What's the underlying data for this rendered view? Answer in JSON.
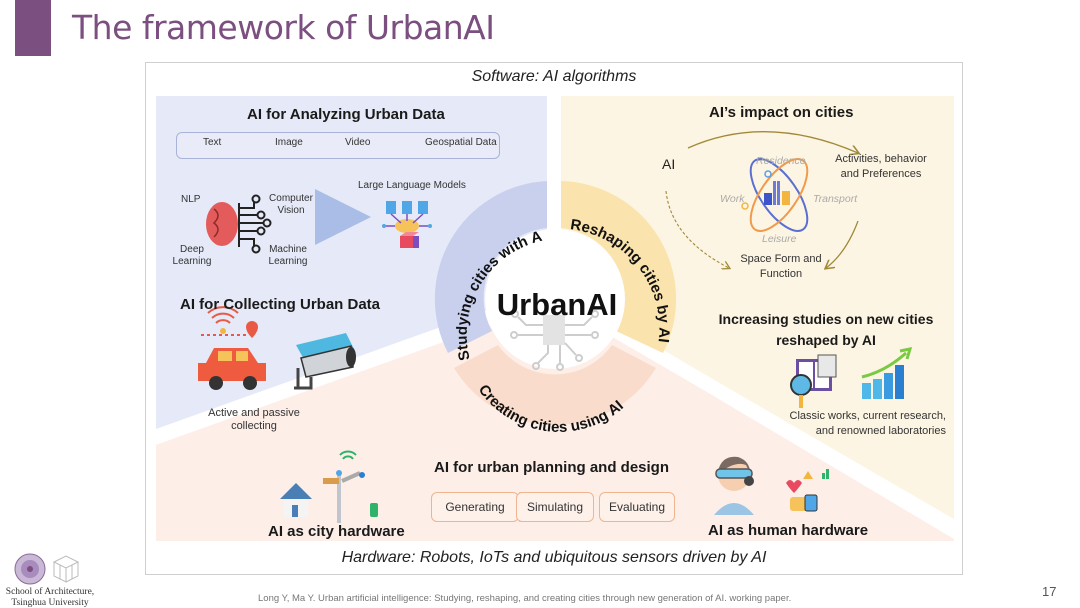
{
  "slide": {
    "title": "The framework of UrbanAI",
    "page_number": "17",
    "citation": "Long Y, Ma Y. Urban artificial intelligence: Studying, reshaping, and creating cities through new generation of AI. working paper.",
    "institution_line1": "School of Architecture,",
    "institution_line2": "Tsinghua University",
    "accent_color": "#7b4f7f"
  },
  "framework": {
    "software_label": "Software: AI algorithms",
    "hardware_label": "Hardware: Robots, IoTs and ubiquitous sensors driven by AI",
    "center_label": "UrbanAI",
    "ring_labels": {
      "studying": "Studying cities with AI",
      "reshaping": "Reshaping cities by AI",
      "creating": "Creating cities using AI"
    },
    "colors": {
      "studying_bg": "#e6e9f7",
      "studying_ring": "#c9d0ee",
      "reshaping_bg": "#fdf5e3",
      "reshaping_ring": "#fbe3ad",
      "creating_bg": "#fdeee8",
      "creating_ring": "#f9dccb"
    },
    "analyzing": {
      "title": "AI for Analyzing Urban Data",
      "data_types": [
        "Text",
        "Image",
        "Video",
        "Geospatial Data"
      ],
      "methods": [
        "NLP",
        "Computer Vision",
        "Deep Learning",
        "Machine Learning"
      ],
      "llm_label": "Large Language Models"
    },
    "collecting": {
      "title": "AI for Collecting Urban Data",
      "caption_line1": "Active and passive",
      "caption_line2": "collecting"
    },
    "impact": {
      "title": "AI’s impact on cities",
      "ai_node": "AI",
      "activities_line1": "Activities, behavior",
      "activities_line2": "and Preferences",
      "space_line1": "Space Form and",
      "space_line2": "Function",
      "functions": [
        "Residence",
        "Work",
        "Transport",
        "Leisure"
      ]
    },
    "studies": {
      "title_line1": "Increasing studies on new cities",
      "title_line2": "reshaped by AI",
      "caption_line1": "Classic works, current research,",
      "caption_line2": "and renowned laboratories"
    },
    "planning": {
      "title": "AI for urban planning and design",
      "steps": [
        "Generating",
        "Simulating",
        "Evaluating"
      ]
    },
    "city_hardware": "AI as city hardware",
    "human_hardware": "AI as human hardware"
  }
}
